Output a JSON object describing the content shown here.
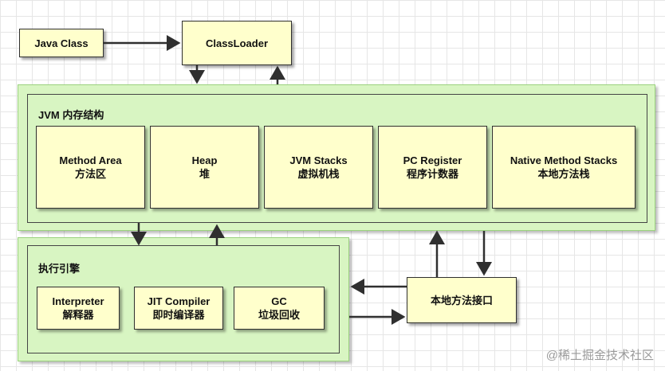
{
  "top": {
    "java_class": "Java Class",
    "classloader": "ClassLoader"
  },
  "jvm": {
    "title": "JVM 内存结构",
    "areas": [
      {
        "en": "Method Area",
        "cn": "方法区"
      },
      {
        "en": "Heap",
        "cn": "堆"
      },
      {
        "en": "JVM Stacks",
        "cn": "虚拟机栈"
      },
      {
        "en": "PC Register",
        "cn": "程序计数器"
      },
      {
        "en": "Native Method Stacks",
        "cn": "本地方法栈"
      }
    ]
  },
  "engine": {
    "title": "执行引擎",
    "parts": [
      {
        "en": "Interpreter",
        "cn": "解释器"
      },
      {
        "en": "JIT Compiler",
        "cn": "即时编译器"
      },
      {
        "en": "GC",
        "cn": "垃圾回收"
      }
    ]
  },
  "native_interface": "本地方法接口",
  "watermark": "@稀土掘金技术社区",
  "colors": {
    "box_fill": "#ffffcc",
    "panel_fill": "#d8f5c2",
    "panel_border": "#9bd27e"
  }
}
